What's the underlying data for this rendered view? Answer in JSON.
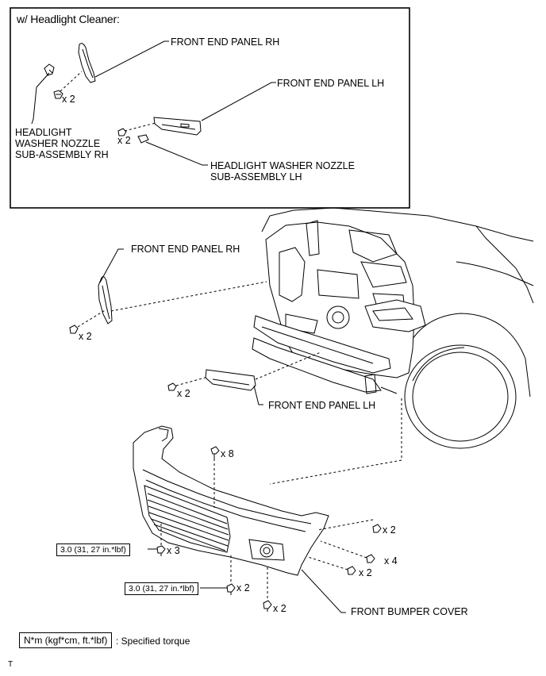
{
  "inset": {
    "title": "w/ Headlight Cleaner:",
    "labels": {
      "panel_rh": "FRONT END PANEL RH",
      "panel_lh": "FRONT END PANEL LH",
      "nozzle_rh": "HEADLIGHT\nWASHER NOZZLE\nSUB-ASSEMBLY RH",
      "nozzle_lh": "HEADLIGHT WASHER NOZZLE\nSUB-ASSEMBLY LH"
    },
    "qty": {
      "clip_rh": "x 2",
      "clip_lh": "x 2"
    }
  },
  "main": {
    "labels": {
      "panel_rh": "FRONT END PANEL RH",
      "panel_lh": "FRONT END PANEL LH",
      "bumper_cover": "FRONT BUMPER COVER"
    },
    "qty": {
      "panel_rh_clips": "x 2",
      "panel_lh_clips": "x 2",
      "top_screws": "x 8",
      "left_bolts": "x 3",
      "bottom_bolts": "x 2",
      "bottom_screws": "x 2",
      "right_clips_a": "x 2",
      "right_screws": "x 4",
      "right_clips_b": "x 2"
    },
    "torque": {
      "left": "3.0 (31, 27 in.*lbf)",
      "bottom": "3.0 (31, 27 in.*lbf)"
    }
  },
  "legend": {
    "unit": "N*m (kgf*cm, ft.*lbf)",
    "description": ": Specified torque"
  },
  "footer": "T"
}
